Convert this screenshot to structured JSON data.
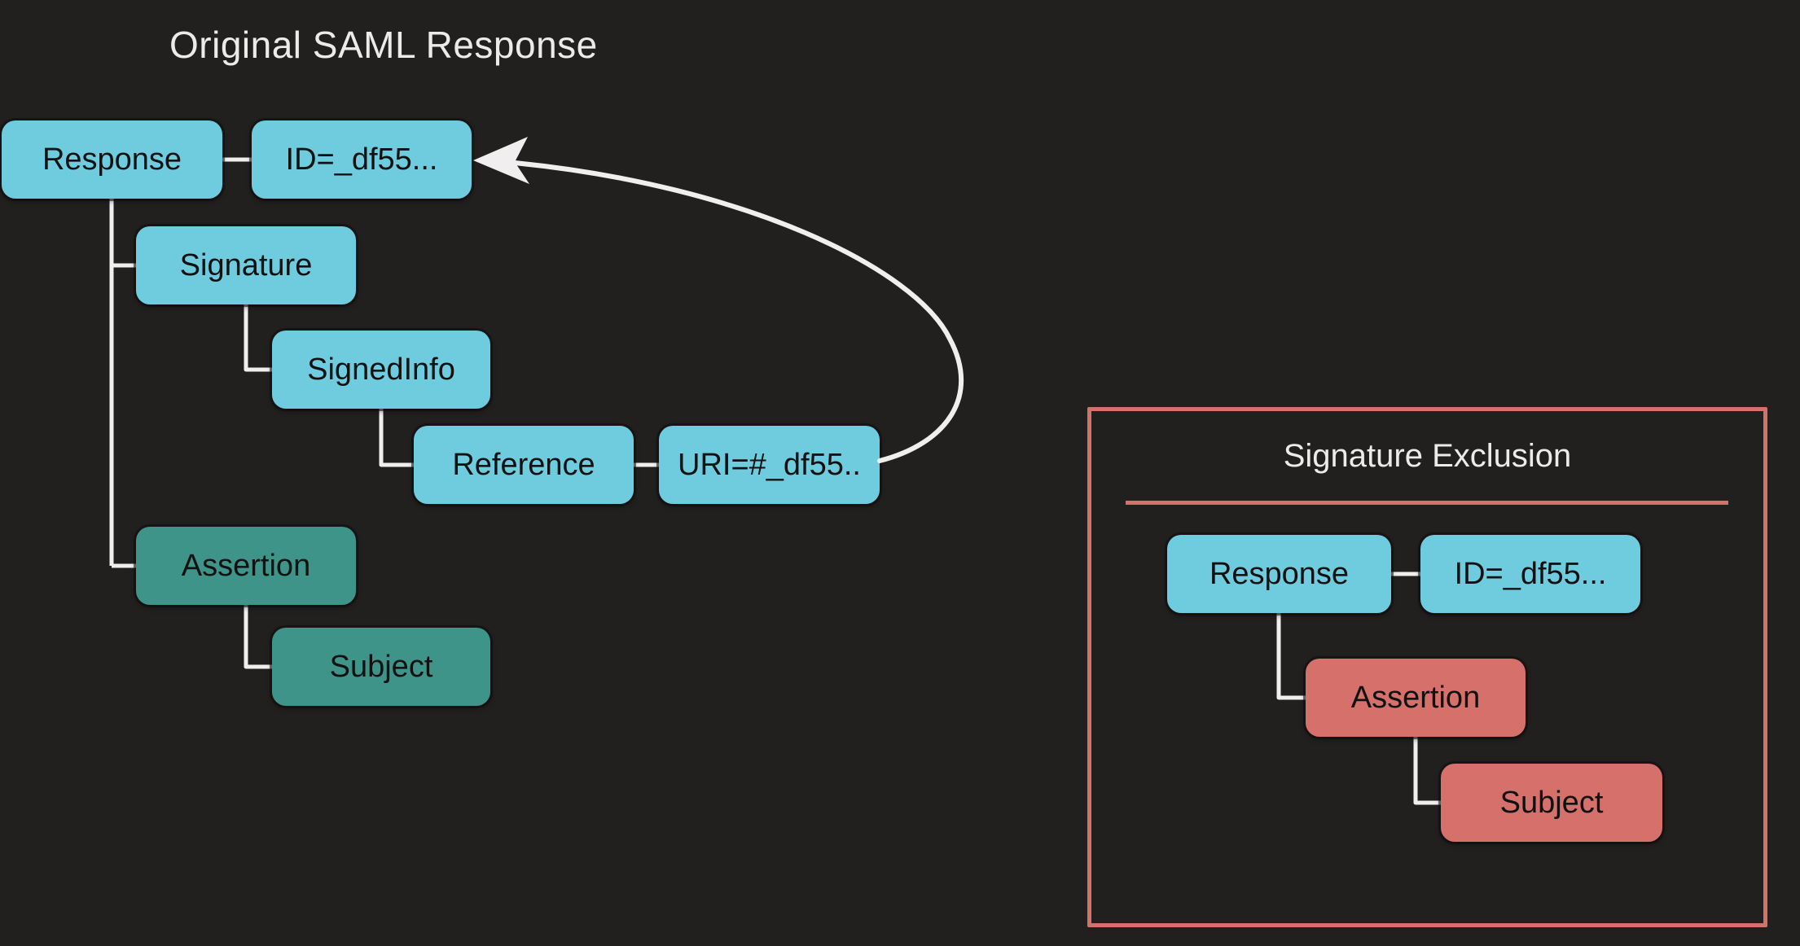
{
  "colors": {
    "background": "#221F1F",
    "node_cyan": "#6FCBDE",
    "node_teal": "#3F9489",
    "node_salmon": "#D5706B",
    "panel_border": "#D5706B",
    "connector": "#F0EEEE",
    "node_text": "#111111",
    "title_text": "#ECEAEA"
  },
  "left_diagram": {
    "title": "Original SAML Response",
    "nodes": {
      "response": "Response",
      "id_attr": "ID=_df55...",
      "signature": "Signature",
      "signedinfo": "SignedInfo",
      "reference": "Reference",
      "uri_attr": "URI=#_df55..",
      "assertion": "Assertion",
      "subject": "Subject"
    }
  },
  "right_panel": {
    "title": "Signature Exclusion",
    "nodes": {
      "response": "Response",
      "id_attr": "ID=_df55...",
      "assertion": "Assertion",
      "subject": "Subject"
    }
  }
}
